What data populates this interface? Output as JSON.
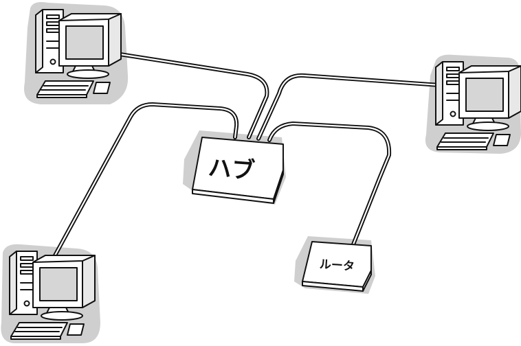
{
  "hub": {
    "label": "ハブ"
  },
  "router": {
    "label": "ルータ"
  },
  "computers": [
    {
      "name": "computer-top-left"
    },
    {
      "name": "computer-right"
    },
    {
      "name": "computer-bottom-left"
    }
  ],
  "colors": {
    "line": "#111111",
    "halo": "#cfcfcf",
    "screen": "#d6d6d6",
    "background": "#ffffff"
  }
}
